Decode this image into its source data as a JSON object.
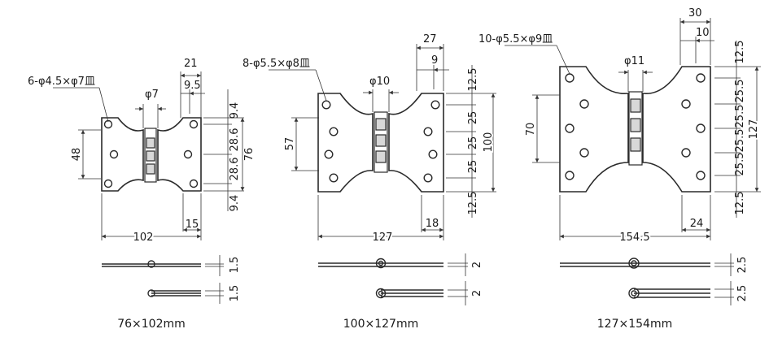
{
  "hinges": [
    {
      "id": "small",
      "caption": "76×102mm",
      "hole_note": "6-φ4.5×φ7皿",
      "pin_diameter": "φ7",
      "widths": {
        "overall": "102",
        "offset_top": "21",
        "offset_inner": "9.5",
        "edge": "15"
      },
      "heights": {
        "overall": "76",
        "span": "48",
        "pitch": [
          "9.4",
          "28.6",
          "28.6",
          "9.4"
        ]
      },
      "thickness": "1.5"
    },
    {
      "id": "medium",
      "caption": "100×127mm",
      "hole_note": "8-φ5.5×φ8皿",
      "pin_diameter": "φ10",
      "widths": {
        "overall": "127",
        "offset_top": "27",
        "offset_inner": "9",
        "edge": "18"
      },
      "heights": {
        "overall": "100",
        "span": "57",
        "pitch": [
          "12.5",
          "25",
          "25",
          "25",
          "12.5"
        ]
      },
      "thickness": "2"
    },
    {
      "id": "large",
      "caption": "127×154mm",
      "hole_note": "10-φ5.5×φ9皿",
      "pin_diameter": "φ11",
      "widths": {
        "overall": "154.5",
        "offset_top": "30",
        "offset_inner": "10",
        "edge": "24"
      },
      "heights": {
        "overall": "127",
        "span": "70",
        "pitch": [
          "12.5",
          "25.5",
          "25.5",
          "25.5",
          "25.5",
          "12.5"
        ]
      },
      "thickness": "2.5"
    }
  ]
}
